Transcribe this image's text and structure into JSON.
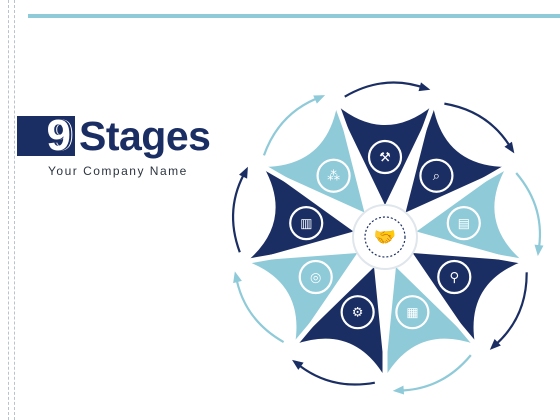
{
  "slide": {
    "number": "9",
    "title": "Stages",
    "subtitle": "Your Company Name"
  },
  "colors": {
    "dark": "#1b2e63",
    "light": "#8fcad8",
    "accent": "#8fcad8"
  },
  "segments": [
    {
      "icon": "tools-icon",
      "tone": "dark"
    },
    {
      "icon": "search-icon",
      "tone": "dark"
    },
    {
      "icon": "document-icon",
      "tone": "light"
    },
    {
      "icon": "magnifier-icon",
      "tone": "dark"
    },
    {
      "icon": "clipboard-icon",
      "tone": "light"
    },
    {
      "icon": "gears-icon",
      "tone": "dark"
    },
    {
      "icon": "target-icon",
      "tone": "light"
    },
    {
      "icon": "report-icon",
      "tone": "dark"
    },
    {
      "icon": "network-icon",
      "tone": "light"
    }
  ],
  "center_icon": "handshake-icon"
}
